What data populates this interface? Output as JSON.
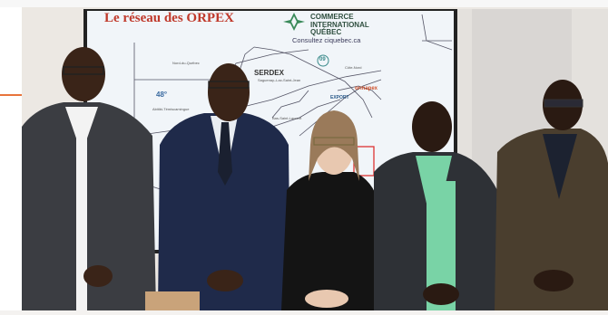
{
  "slide": {
    "title": "Le réseau des ORPEX",
    "brand": {
      "line1": "COMMERCE",
      "line2": "INTERNATIONAL",
      "line3": "QUÉBEC"
    },
    "consult": "Consultez ciquebec.ca",
    "map_labels": {
      "serdex": "SERDEX",
      "l48": "48°",
      "c09": "09",
      "expo": "EXPORT",
      "ormapex": "ormapex",
      "small": [
        "Nord-du-Québec",
        "Abitibi-Témiscamingue",
        "Saguenay–Lac-Saint-Jean",
        "Côte-Nord",
        "Bas-Saint-Laurent"
      ]
    }
  },
  "colors": {
    "accent": "#e8743b",
    "title_red": "#c0392b",
    "screen": "#eef3f8",
    "wall": "#f0ede8",
    "brand_green": "#3a8a5a"
  }
}
